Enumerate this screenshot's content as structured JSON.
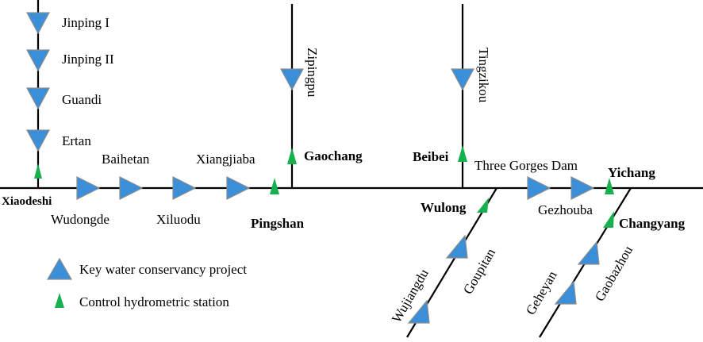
{
  "projects": {
    "jinping1": "Jinping I",
    "jinping2": "Jinping II",
    "guandi": "Guandi",
    "ertan": "Ertan",
    "baihetan": "Baihetan",
    "wudongde": "Wudongde",
    "xiluodu": "Xiluodu",
    "xiangjiaba": "Xiangjiaba",
    "zipingpu": "Zipingpu",
    "tingzikou": "Tingzikou",
    "three_gorges": "Three Gorges Dam",
    "gezhouba": "Gezhouba",
    "wujiangdu": "Wujiangdu",
    "goupitan": "Goupitan",
    "geheyan": "Geheyan",
    "gaobazhou": "Gaobazhou"
  },
  "stations": {
    "xiaodeshi": "Xiaodeshi",
    "pingshan": "Pingshan",
    "gaochang": "Gaochang",
    "beibei": "Beibei",
    "wulong": "Wulong",
    "yichang": "Yichang",
    "changyang": "Changyang"
  },
  "legend": {
    "project": "Key water conservancy project",
    "station": "Control hydrometric station"
  },
  "colors": {
    "project_fill": "#3a8fd8",
    "station_fill": "#17b04f"
  }
}
